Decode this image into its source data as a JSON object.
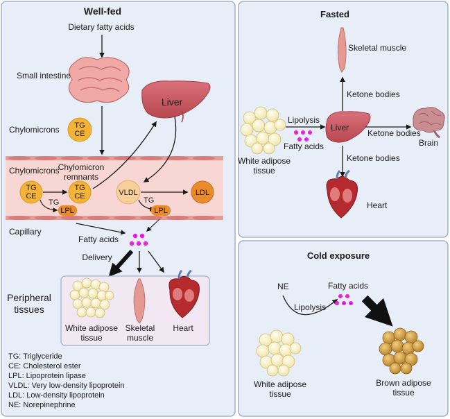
{
  "colors": {
    "panel_bg": "#e8eef7",
    "panel_border": "#9fb2cc",
    "vessel": "#f7d6d3",
    "vessel_cells": "#e89c9a",
    "circle_tg": "#f2b336",
    "circle_vldl": "#f6cf9a",
    "circle_ldl": "#e98a2b",
    "lpl": "#e98a2b",
    "fatty_acid_dot": "#e81ee0",
    "liver": "#c9595e",
    "adipose": "#f8f1c8",
    "brown_adipose": "#d8a64a",
    "heart": "#b52a2f",
    "muscle": "#e49a93",
    "intestine": "#f0a9a6",
    "brain": "#c98d92",
    "arrow": "#1a1a1a"
  },
  "well_fed": {
    "title": "Well-fed",
    "dietary": "Dietary fatty acids",
    "small_intestine": "Small intestine",
    "liver": "Liver",
    "chylomicrons_label": "Chylomicrons",
    "chylomicrons_vessel_label": "Chylomicrons",
    "remnants_line1": "Chylomicron",
    "remnants_line2": "remnants",
    "tg": "TG",
    "ce": "CE",
    "tg_arrow_label": "TG",
    "lpl": "LPL",
    "vldl": "VLDL",
    "ldl": "LDL",
    "capillary": "Capillary",
    "fatty_acids": "Fatty acids",
    "delivery": "Delivery",
    "peripheral_line1": "Peripheral",
    "peripheral_line2": "tissues",
    "white_adipose_line1": "White adipose",
    "white_adipose_line2": "tissue",
    "skeletal_line1": "Skeletal",
    "skeletal_line2": "muscle",
    "heart": "Heart",
    "legend": [
      "TG: Triglyceride",
      "CE: Cholesterol ester",
      "LPL: Lipoprotein lipase",
      "VLDL: Very low-density lipoprotein",
      "LDL: Low-density lipoprotein",
      "NE: Norepinephrine"
    ]
  },
  "fasted": {
    "title": "Fasted",
    "skeletal_muscle": "Skeletal muscle",
    "ketone_up": "Ketone bodies",
    "ketone_right": "Ketone bodies",
    "ketone_down": "Ketone bodies",
    "lipolysis": "Lipolysis",
    "fatty_acids": "Fatty acids",
    "liver": "Liver",
    "brain": "Brain",
    "white_adipose_line1": "White adipose",
    "white_adipose_line2": "tissue",
    "heart": "Heart"
  },
  "cold": {
    "title": "Cold exposure",
    "ne": "NE",
    "fatty_acids": "Fatty acids",
    "lipolysis": "Lipolysis",
    "white_adipose_line1": "White adipose",
    "white_adipose_line2": "tissue",
    "brown_adipose_line1": "Brown adipose",
    "brown_adipose_line2": "tissue"
  }
}
